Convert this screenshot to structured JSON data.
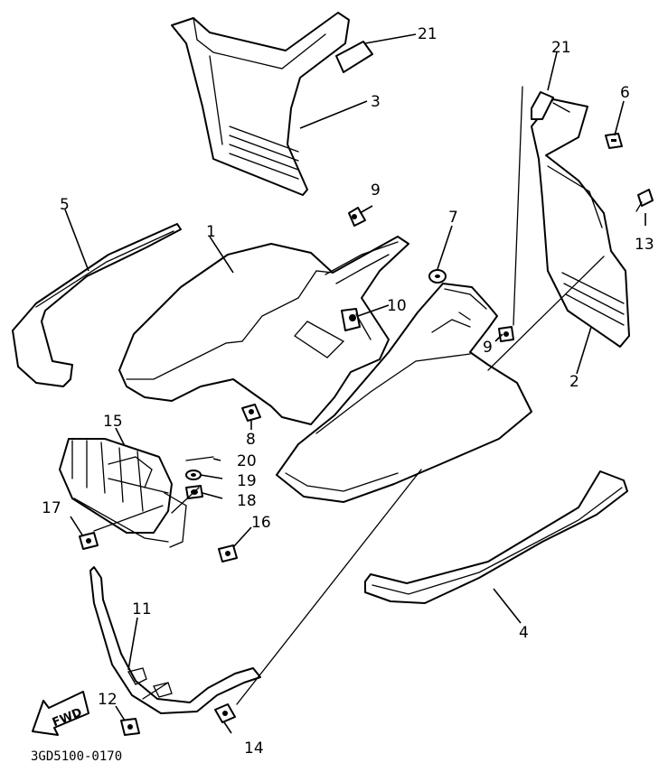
{
  "diagram_code": "3GD5100-0170",
  "direction_arrow": "FWD",
  "colors": {
    "line": "#000000",
    "background": "#ffffff"
  },
  "callouts": {
    "c1": "1",
    "c2": "2",
    "c3": "3",
    "c4": "4",
    "c5": "5",
    "c6": "6",
    "c7": "7",
    "c8": "8",
    "c9a": "9",
    "c9b": "9",
    "c10": "10",
    "c11": "11",
    "c12": "12",
    "c13": "13",
    "c14": "14",
    "c15": "15",
    "c16": "16",
    "c17": "17",
    "c18": "18",
    "c19": "19",
    "c20": "20",
    "c21a": "21",
    "c21b": "21"
  }
}
